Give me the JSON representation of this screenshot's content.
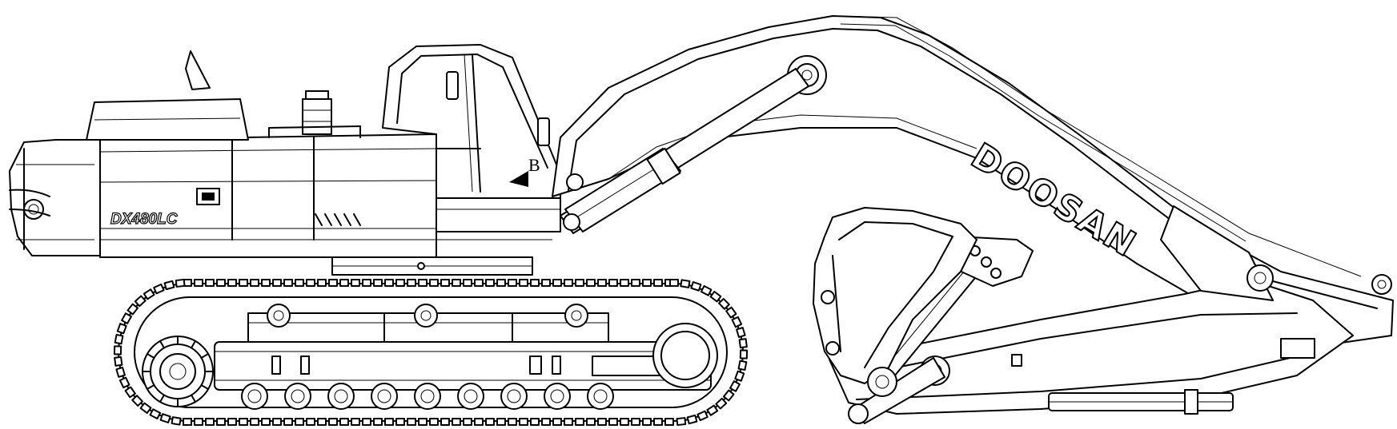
{
  "drawing": {
    "brand_text": "DOOSAN",
    "model_text": "DX480LC",
    "section_marker": "B",
    "line_color": "#000000",
    "background_color": "#ffffff",
    "emblem_icon": "doosan-emblem-icon"
  }
}
